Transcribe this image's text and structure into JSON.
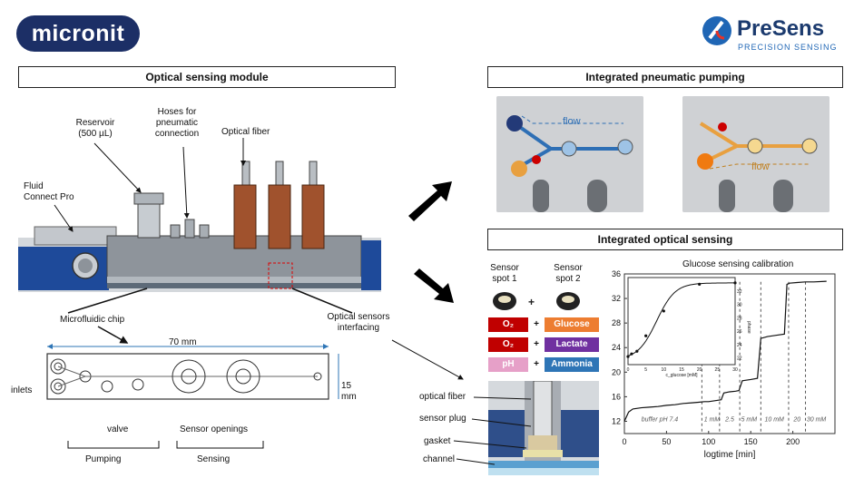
{
  "logos": {
    "micronit": "micronit",
    "presens_name": "PreSens",
    "presens_sub": "PRECISION SENSING"
  },
  "sections": {
    "optical_module": "Optical sensing module",
    "pumping": "Integrated pneumatic pumping",
    "optical_sensing": "Integrated optical sensing"
  },
  "module_labels": {
    "reservoir": "Reservoir",
    "reservoir_vol": "(500 µL)",
    "hoses1": "Hoses for",
    "hoses2": "pneumatic",
    "hoses3": "connection",
    "optical_fiber": "Optical fiber",
    "fluid_connect1": "Fluid",
    "fluid_connect2": "Connect Pro",
    "microfluidic_chip": "Microfluidic chip",
    "sensors_interfacing1": "Optical sensors",
    "sensors_interfacing2": "interfacing"
  },
  "chip_labels": {
    "width": "70 mm",
    "height1": "15",
    "height2": "mm",
    "inlets": "inlets",
    "valve": "valve",
    "sensor_openings": "Sensor openings",
    "pumping": "Pumping",
    "sensing": "Sensing"
  },
  "pump_photos": {
    "flow_left": "flow",
    "flow_right": "flow"
  },
  "sensor_spots": {
    "spot1_a": "Sensor",
    "spot1_b": "spot 1",
    "spot2_a": "Sensor",
    "spot2_b": "spot 2",
    "plus": "+",
    "rows": [
      {
        "left": "O₂",
        "right": "Glucose",
        "left_color": "#c00000",
        "right_color": "#ed7d31"
      },
      {
        "left": "O₂",
        "right": "Lactate",
        "left_color": "#c00000",
        "right_color": "#7030a0"
      },
      {
        "left": "pH",
        "right": "Ammonia",
        "left_color": "#e6a0c8",
        "right_color": "#2e75b6"
      }
    ]
  },
  "cross_section": {
    "optical_fiber": "optical fiber",
    "sensor_plug": "sensor plug",
    "gasket": "gasket",
    "channel": "channel"
  },
  "chart_data": {
    "type": "line",
    "title": "Glucose sensing calibration",
    "xlabel": "logtime [min]",
    "ylabel": "",
    "xlim": [
      0,
      250
    ],
    "ylim": [
      10,
      36
    ],
    "xticks": [
      "0",
      "50",
      "100",
      "150",
      "200"
    ],
    "yticks": [
      "12",
      "16",
      "20",
      "24",
      "28",
      "32",
      "36"
    ],
    "series": [
      {
        "x": [
          0,
          5,
          10,
          20,
          30,
          40,
          50,
          60,
          70,
          80,
          88,
          95,
          100,
          110,
          115,
          118,
          125,
          132,
          136,
          140,
          150,
          158,
          162,
          170,
          180,
          190,
          193,
          196,
          205,
          215,
          225,
          240
        ],
        "y": [
          12.0,
          13.5,
          14.0,
          14.2,
          14.3,
          14.4,
          14.6,
          14.7,
          14.9,
          15.0,
          15.1,
          15.2,
          15.2,
          15.4,
          15.5,
          16.6,
          16.8,
          16.9,
          17.0,
          18.6,
          18.8,
          19.0,
          25.5,
          25.8,
          26.0,
          26.2,
          34.3,
          34.5,
          34.6,
          34.7,
          34.7,
          34.8
        ]
      }
    ],
    "vlines": [
      92,
      113,
      137,
      162,
      195,
      215
    ],
    "annotations": [
      "buffer pH 7.4",
      "1 mM",
      "2.5",
      "5 mM",
      "10 mM",
      "20",
      "30 mM"
    ],
    "inset": {
      "xlabel": "c_glucose [mM]",
      "ylabel": "phase",
      "xticks": [
        "0",
        "5",
        "10",
        "15",
        "20",
        "25",
        "30"
      ],
      "yticks": [
        "22",
        "24",
        "26",
        "28",
        "30",
        "32"
      ],
      "xlim": [
        0,
        30
      ],
      "ylim": [
        21,
        34
      ],
      "points": [
        [
          0,
          22.2
        ],
        [
          1,
          22.6
        ],
        [
          2.5,
          23.0
        ],
        [
          5,
          25.3
        ],
        [
          10,
          29.0
        ],
        [
          20,
          33.0
        ],
        [
          30,
          33.2
        ]
      ]
    }
  }
}
